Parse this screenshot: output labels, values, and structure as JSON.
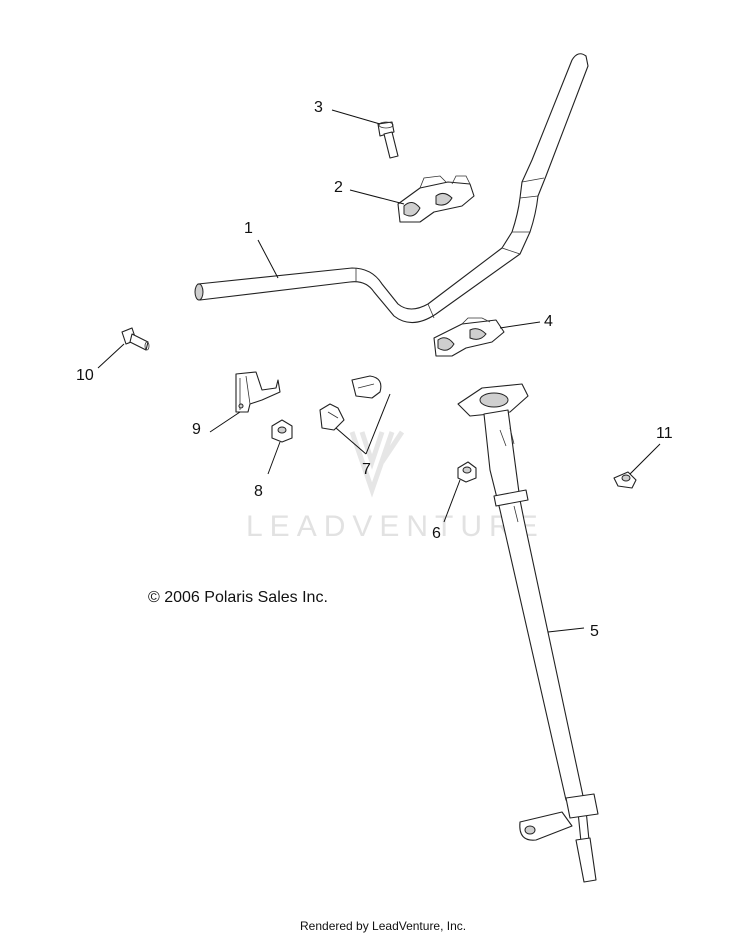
{
  "diagram": {
    "callouts": [
      {
        "id": "1",
        "label": "1"
      },
      {
        "id": "2",
        "label": "2"
      },
      {
        "id": "3",
        "label": "3"
      },
      {
        "id": "4",
        "label": "4"
      },
      {
        "id": "5",
        "label": "5"
      },
      {
        "id": "6",
        "label": "6"
      },
      {
        "id": "7",
        "label": "7"
      },
      {
        "id": "8",
        "label": "8"
      },
      {
        "id": "9",
        "label": "9"
      },
      {
        "id": "10",
        "label": "10"
      },
      {
        "id": "11",
        "label": "11"
      }
    ],
    "watermark": "LEADVENTURE",
    "copyright": "© 2006 Polaris Sales Inc.",
    "footer": "Rendered by LeadVenture, Inc."
  },
  "colors": {
    "line": "#222222",
    "background": "#ffffff",
    "watermark": "#e2e2e2"
  }
}
